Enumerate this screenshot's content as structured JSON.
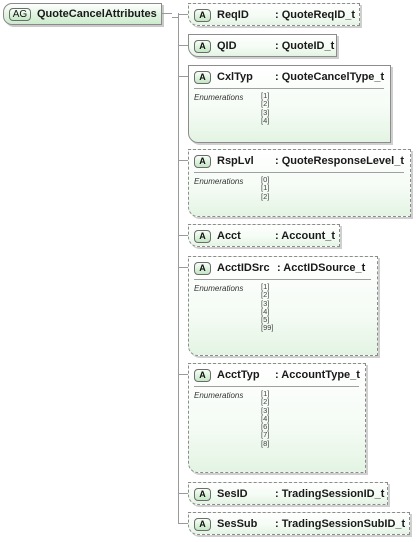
{
  "root": {
    "badge": "AG",
    "label": "QuoteCancelAttributes"
  },
  "enumerations_label": "Enumerations",
  "fields": [
    {
      "badge": "A",
      "name": "ReqID",
      "type": ": QuoteReqID_t",
      "optional": true,
      "enums": []
    },
    {
      "badge": "A",
      "name": "QID",
      "type": ": QuoteID_t",
      "optional": false,
      "enums": []
    },
    {
      "badge": "A",
      "name": "CxlTyp",
      "type": ": QuoteCancelType_t",
      "optional": false,
      "enums": [
        "[1]",
        "[2]",
        "[3]",
        "[4]"
      ]
    },
    {
      "badge": "A",
      "name": "RspLvl",
      "type": ": QuoteResponseLevel_t",
      "optional": true,
      "enums": [
        "[0]",
        "[1]",
        "[2]"
      ]
    },
    {
      "badge": "A",
      "name": "Acct",
      "type": ": Account_t",
      "optional": true,
      "enums": []
    },
    {
      "badge": "A",
      "name": "AcctIDSrc",
      "type": ": AcctIDSource_t",
      "optional": true,
      "enums": [
        "[1]",
        "[2]",
        "[3]",
        "[4]",
        "[5]",
        "[99]"
      ]
    },
    {
      "badge": "A",
      "name": "AcctTyp",
      "type": ": AccountType_t",
      "optional": true,
      "enums": [
        "[1]",
        "[2]",
        "[3]",
        "[4]",
        "[6]",
        "[7]",
        "[8]"
      ]
    },
    {
      "badge": "A",
      "name": "SesID",
      "type": ": TradingSessionID_t",
      "optional": true,
      "enums": []
    },
    {
      "badge": "A",
      "name": "SesSub",
      "type": ": TradingSessionSubID_t",
      "optional": true,
      "enums": []
    }
  ]
}
